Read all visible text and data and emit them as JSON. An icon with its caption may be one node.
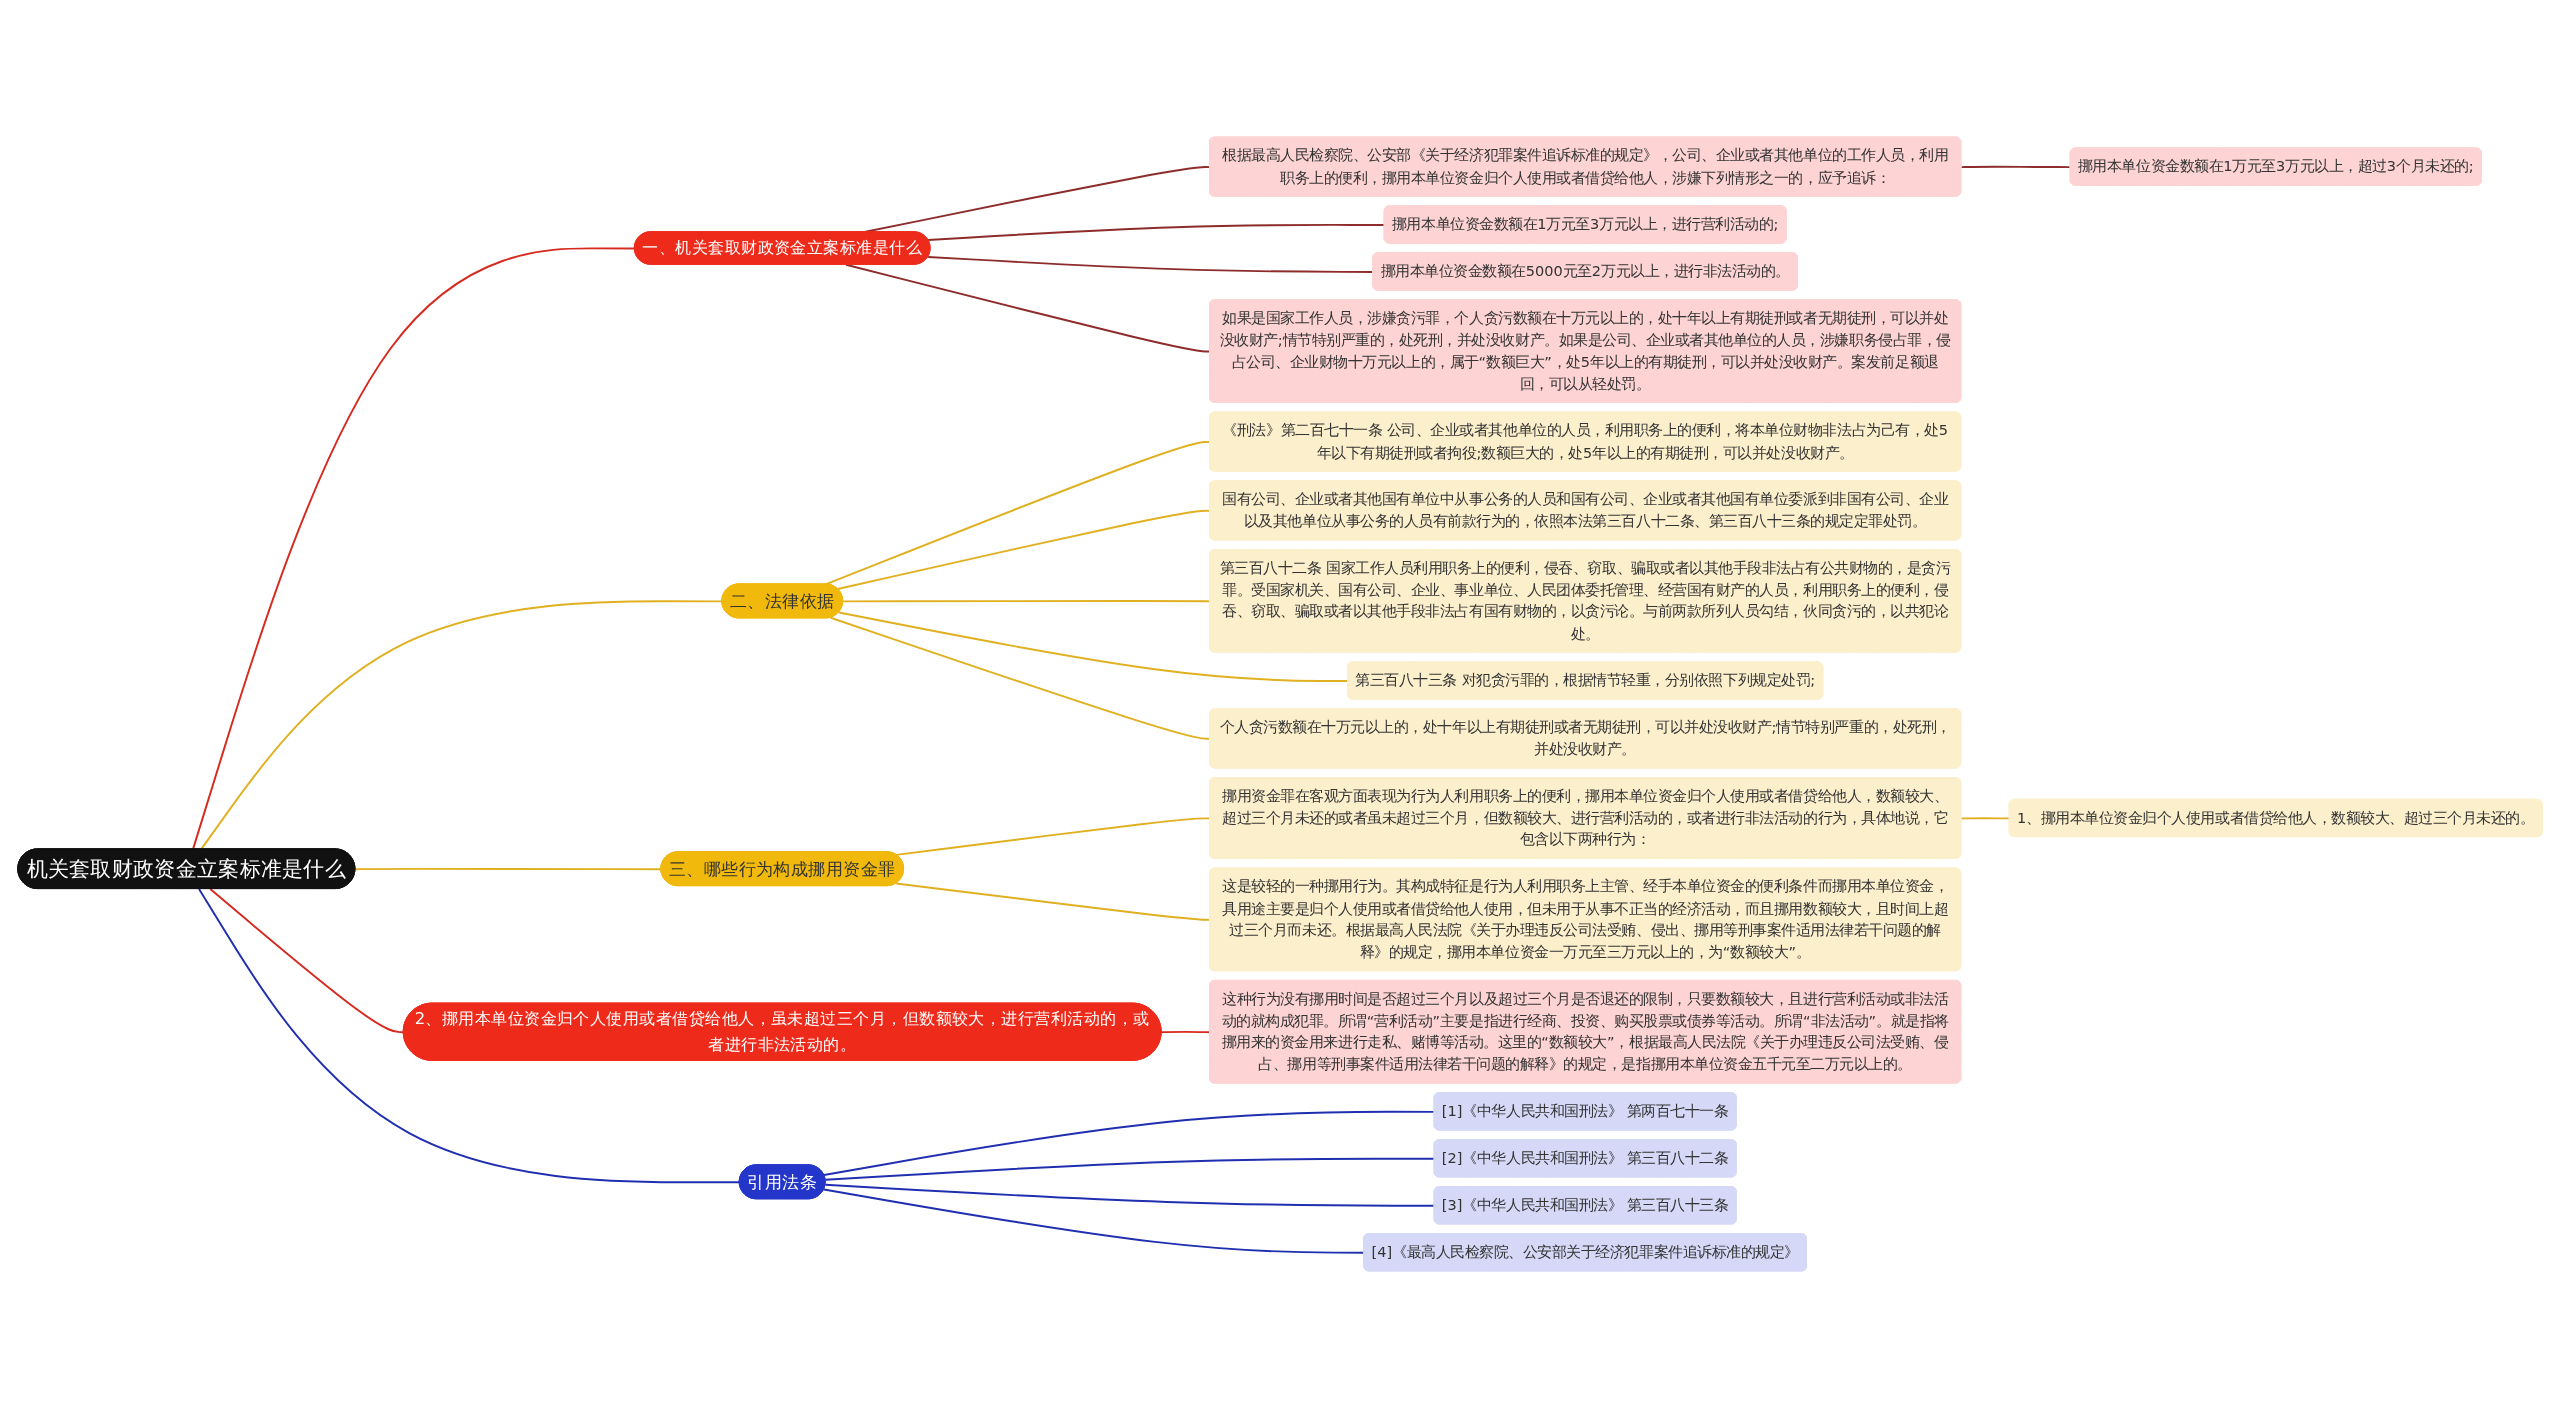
{
  "diagram": {
    "nodes": [
      {
        "text": [
          "机关套取财政资金立案标准是什么"
        ]
      },
      {
        "text": [
          "一、机关套取财政资金立案标准是什么"
        ]
      },
      {
        "text": [
          "根据最高人民检察院、公安部《关于经济犯罪案件追诉标准的规定》，公司、企业或者其他单位的工作人员，利用职务上的便利，挪用本单位资金归个人使用或者借贷给他人，涉嫌下列情形之一的，应予追诉："
        ]
      },
      {
        "text": [
          "挪用本单位资金数额在1万元至3万元以上，超过3个月未还的;"
        ]
      },
      {
        "text": [
          "挪用本单位资金数额在1万元至3万元以上，进行营利活动的;"
        ]
      },
      {
        "text": [
          "挪用本单位资金数额在5000元至2万元以上，进行非法活动的。"
        ]
      },
      {
        "text": [
          "如果是国家工作人员，涉嫌贪污罪，个人贪污数额在十万元以上的，处十年以上有期徒刑或者无期徒刑，可以并处没收财产;情节特别严重的，处死刑，并处没收财产。如果是公司、企业或者其他单位的人员，涉嫌职务侵占罪，侵占公司、企业财物十万元以上的，属于“数额巨大”，处5年以上的有期徒刑，可以并处没收财产。案发前足额退回，可以从轻处罚。"
        ]
      },
      {
        "text": [
          "二、法律依据"
        ]
      },
      {
        "text": [
          "《刑法》第二百七十一条 公司、企业或者其他单位的人员，利用职务上的便利，将本单位财物非法占为己有，处5年以下有期徒刑或者拘役;数额巨大的，处5年以上的有期徒刑，可以并处没收财产。"
        ]
      },
      {
        "text": [
          "国有公司、企业或者其他国有单位中从事公务的人员和国有公司、企业或者其他国有单位委派到非国有公司、企业以及其他单位从事公务的人员有前款行为的，依照本法第三百八十二条、第三百八十三条的规定定罪处罚。"
        ]
      },
      {
        "text": [
          "第三百八十二条 国家工作人员利用职务上的便利，侵吞、窃取、骗取或者以其他手段非法占有公共财物的，是贪污罪。受国家机关、国有公司、企业、事业单位、人民团体委托管理、经营国有财产的人员，利用职务上的便利，侵吞、窃取、骗取或者以其他手段非法占有国有财物的，以贪污论。与前两款所列人员勾结，伙同贪污的，以共犯论处。"
        ]
      },
      {
        "text": [
          "第三百八十三条 对犯贪污罪的，根据情节轻重，分别依照下列规定处罚;"
        ]
      },
      {
        "text": [
          "个人贪污数额在十万元以上的，处十年以上有期徒刑或者无期徒刑，可以并处没收财产;情节特别严重的，处死刑，并处没收财产。"
        ]
      },
      {
        "text": [
          "三、哪些行为构成挪用资金罪"
        ]
      },
      {
        "text": [
          "挪用资金罪在客观方面表现为行为人利用职务上的便利，挪用本单位资金归个人使用或者借贷给他人，数额较大、超过三个月未还的或者虽未超过三个月，但数额较大、进行营利活动的，或者进行非法活动的行为，具体地说，它包含以下两种行为："
        ]
      },
      {
        "text": [
          "1、挪用本单位资金归个人使用或者借贷给他人，数额较大、超过三个月未还的。"
        ]
      },
      {
        "text": [
          "这是较轻的一种挪用行为。其构成特征是行为人利用职务上主管、经手本单位资金的便利条件而挪用本单位资金，具用途主要是归个人使用或者借贷给他人使用，但未用于从事不正当的经济活动，而且挪用数额较大，且时间上超过三个月而未还。根据最高人民法院《关于办理违反公司法受贿、侵出、挪用等刑事案件适用法律若干问题的解释》的规定，挪用本单位资金一万元至三万元以上的，为“数额较大”。"
        ]
      },
      {
        "text": [
          "2、挪用本单位资金归个人使用或者借贷给他人，虽未超过三个月，但数额较大，进行营利活动的，或者进行非法活动的。"
        ]
      },
      {
        "text": [
          "这种行为没有挪用时间是否超过三个月以及超过三个月是否退还的限制，只要数额较大，且进行营利活动或非法活动的就构成犯罪。所谓“营利活动”主要是指进行经商、投资、购买股票或债券等活动。所谓“非法活动”。就是指将挪用来的资金用来进行走私、赌博等活动。这里的“数额较大”，根据最高人民法院《关于办理违反公司法受贿、侵占、挪用等刑事案件适用法律若干问题的解释》的规定，是指挪用本单位资金五千元至二万元以上的。"
        ]
      },
      {
        "text": [
          "引用法条"
        ]
      },
      {
        "text": [
          "[1]《中华人民共和国刑法》 第两百七十一条"
        ]
      },
      {
        "text": [
          "[2]《中华人民共和国刑法》 第三百八十二条"
        ]
      },
      {
        "text": [
          "[3]《中华人民共和国刑法》 第三百八十三条"
        ]
      },
      {
        "text": [
          "[4]《最高人民检察院、公安部关于经济犯罪案件追诉标准的规定》"
        ]
      }
    ],
    "edges": [
      {
        "from": 0,
        "to": 1,
        "arrow": "none",
        "color": "#d62a1e"
      },
      {
        "from": 1,
        "to": 2,
        "arrow": "none",
        "color": "#8e2c2c"
      },
      {
        "from": 2,
        "to": 3,
        "arrow": "none",
        "color": "#8e2c2c"
      },
      {
        "from": 1,
        "to": 4,
        "arrow": "none",
        "color": "#8e2c2c"
      },
      {
        "from": 1,
        "to": 5,
        "arrow": "none",
        "color": "#8e2c2c"
      },
      {
        "from": 1,
        "to": 6,
        "arrow": "none",
        "color": "#8e2c2c"
      },
      {
        "from": 0,
        "to": 7,
        "arrow": "none"
      },
      {
        "from": 7,
        "to": 8,
        "arrow": "none"
      },
      {
        "from": 7,
        "to": 9,
        "arrow": "none"
      },
      {
        "from": 7,
        "to": 10,
        "arrow": "none"
      },
      {
        "from": 7,
        "to": 11,
        "arrow": "none"
      },
      {
        "from": 7,
        "to": 12,
        "arrow": "none"
      },
      {
        "from": 0,
        "to": 13,
        "arrow": "none"
      },
      {
        "from": 13,
        "to": 14,
        "arrow": "none"
      },
      {
        "from": 14,
        "to": 15,
        "arrow": "none"
      },
      {
        "from": 13,
        "to": 16,
        "arrow": "none"
      },
      {
        "from": 0,
        "to": 17,
        "arrow": "none",
        "color": "#d62a1e"
      },
      {
        "from": 17,
        "to": 18,
        "arrow": "none",
        "color": "#d62a1e"
      },
      {
        "from": 0,
        "to": 19,
        "arrow": "none",
        "color": "#1f2fb0"
      },
      {
        "from": 19,
        "to": 20,
        "arrow": "none",
        "color": "#1f2fb0"
      },
      {
        "from": 19,
        "to": 21,
        "arrow": "none",
        "color": "#1f2fb0"
      },
      {
        "from": 19,
        "to": 22,
        "arrow": "none",
        "color": "#1f2fb0"
      },
      {
        "from": 19,
        "to": 23,
        "arrow": "none",
        "color": "#1f2fb0"
      }
    ]
  }
}
